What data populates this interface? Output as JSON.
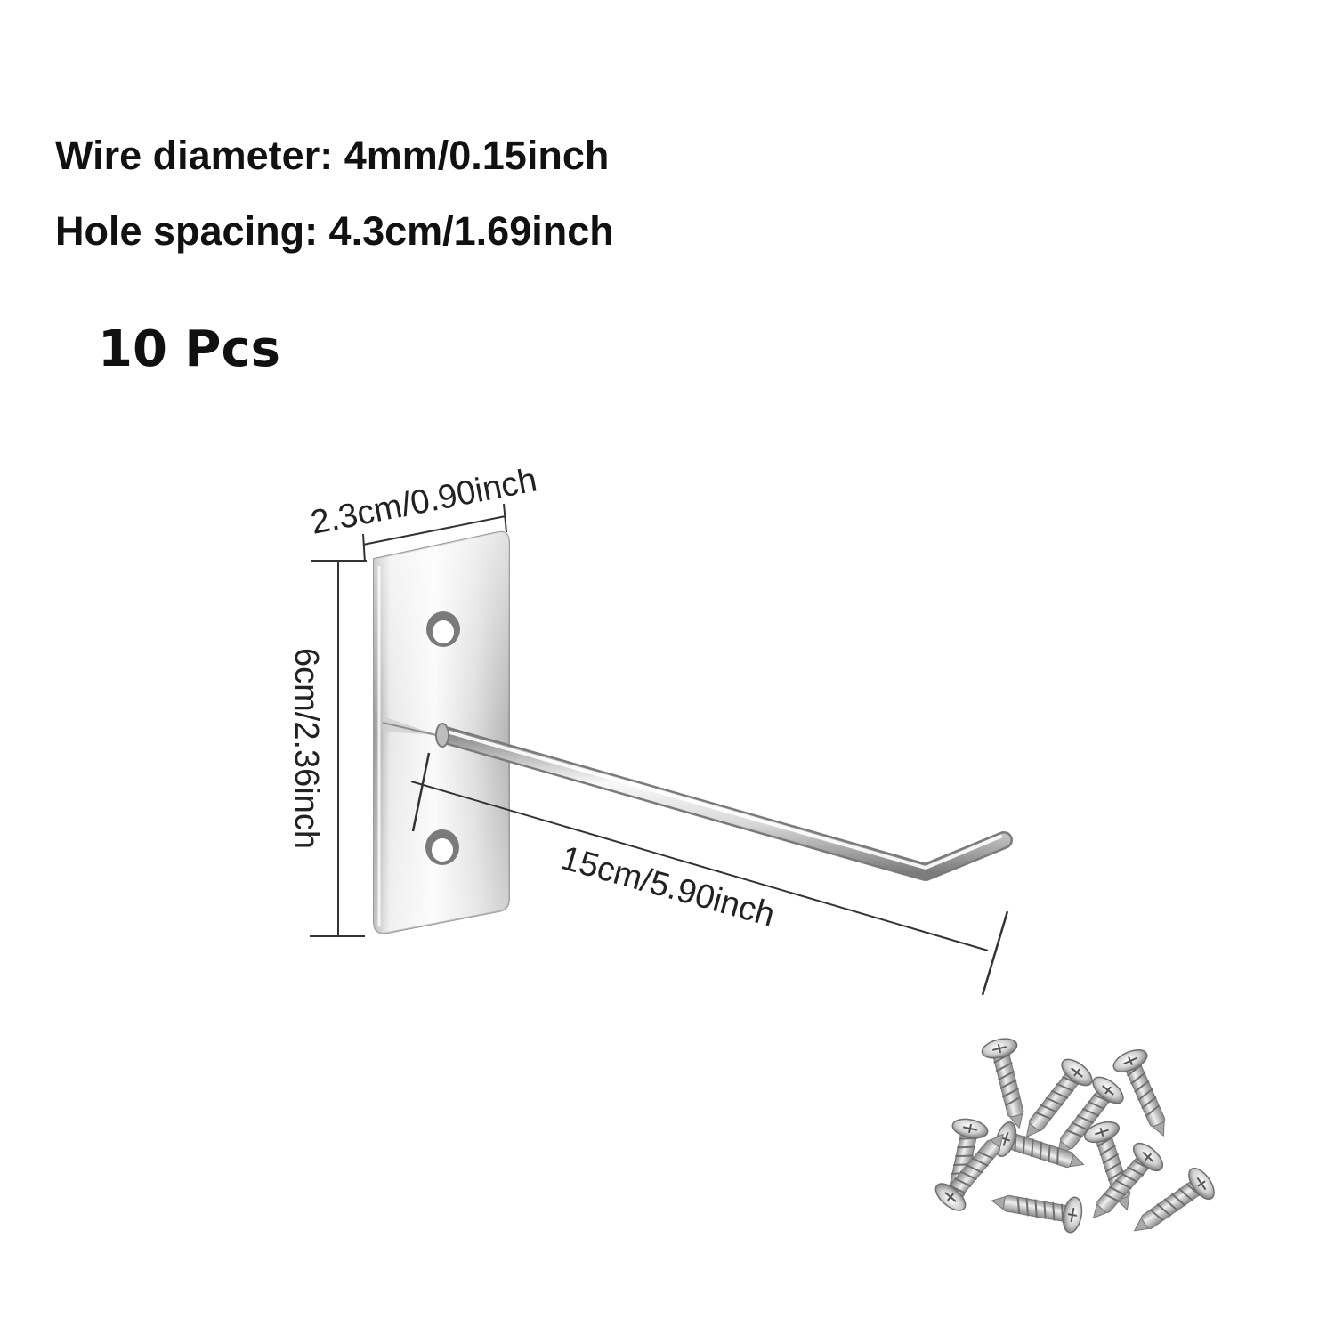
{
  "specs": {
    "wire_diameter": "Wire diameter: 4mm/0.15inch",
    "hole_spacing": "Hole spacing: 4.3cm/1.69inch"
  },
  "quantity_label": "10 Pcs",
  "dimensions": {
    "width": "2.3cm/0.90inch",
    "height": "6cm/2.36inch",
    "length": "15cm/5.90inch"
  },
  "colors": {
    "text": "#111111",
    "metal_light": "#f4f4f4",
    "metal_mid": "#c9c9c9",
    "metal_dark": "#8a8a8a"
  }
}
